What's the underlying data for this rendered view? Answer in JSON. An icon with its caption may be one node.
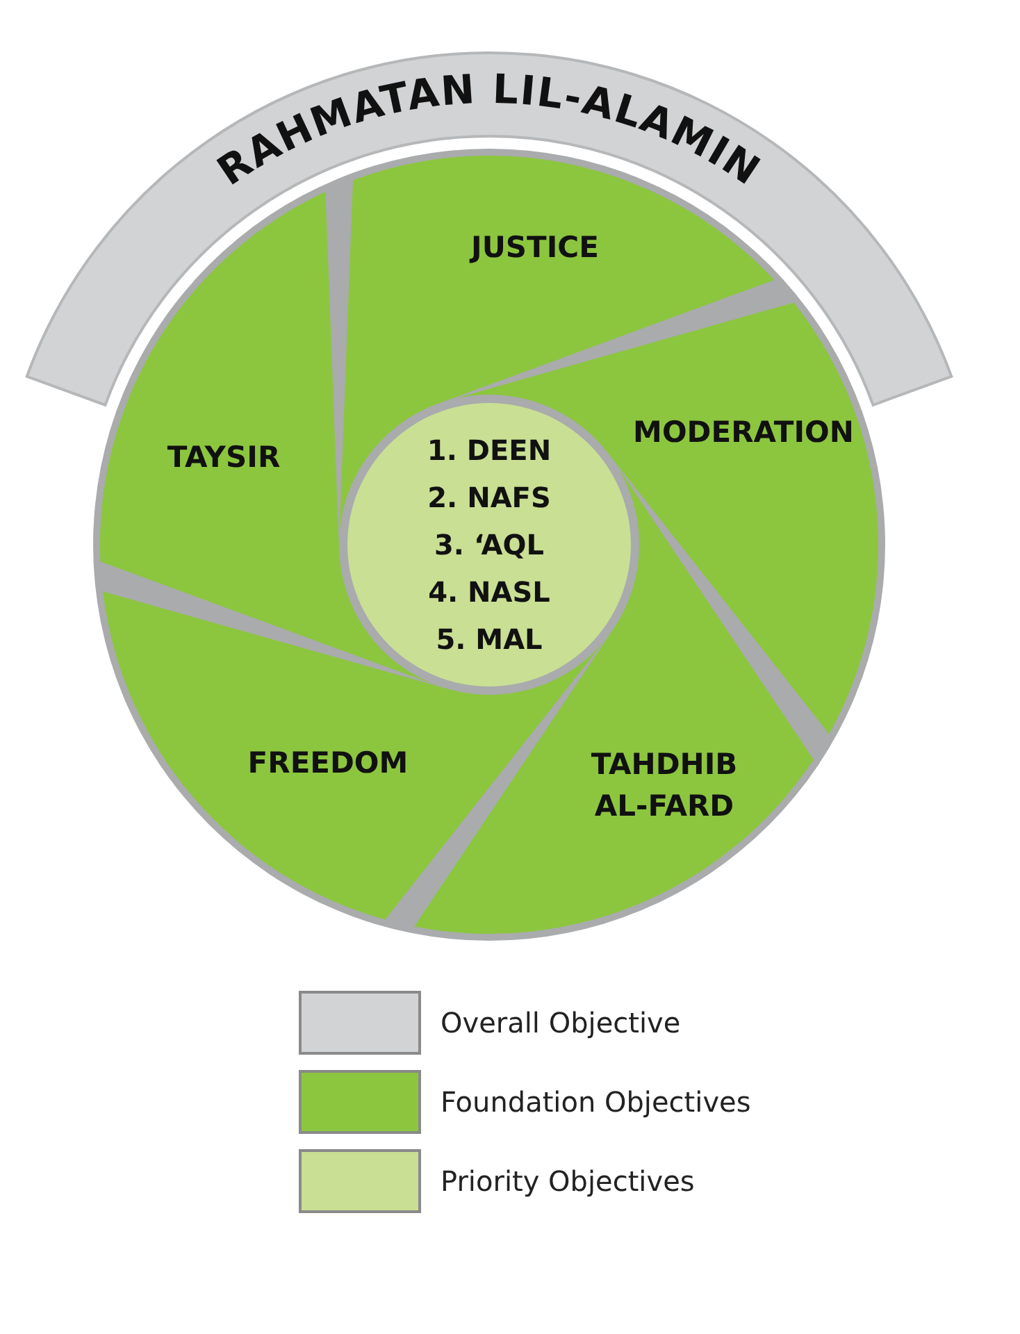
{
  "diagram": {
    "nodes": [
      {
        "text": [
          "RAHMATAN LIL-ALAMIN"
        ]
      },
      {
        "text": [
          "JUSTICE"
        ]
      },
      {
        "text": [
          "MODERATION"
        ]
      },
      {
        "text": [
          "TAHDHIB AL-FARD"
        ]
      },
      {
        "text": [
          "FREEDOM"
        ]
      },
      {
        "text": [
          "TAYSIR"
        ]
      },
      {
        "text": [
          "1. DEEN",
          "2. NAFS",
          "3. ‘AQL",
          "4. NASL",
          "5. MAL"
        ]
      }
    ],
    "legend": [
      {
        "text": "Overall Objective",
        "color": "#d1d3d4"
      },
      {
        "text": "Foundation Objectives",
        "color": "#8cc63f"
      },
      {
        "text": "Priority Objectives",
        "color": "#c9df94"
      }
    ]
  }
}
